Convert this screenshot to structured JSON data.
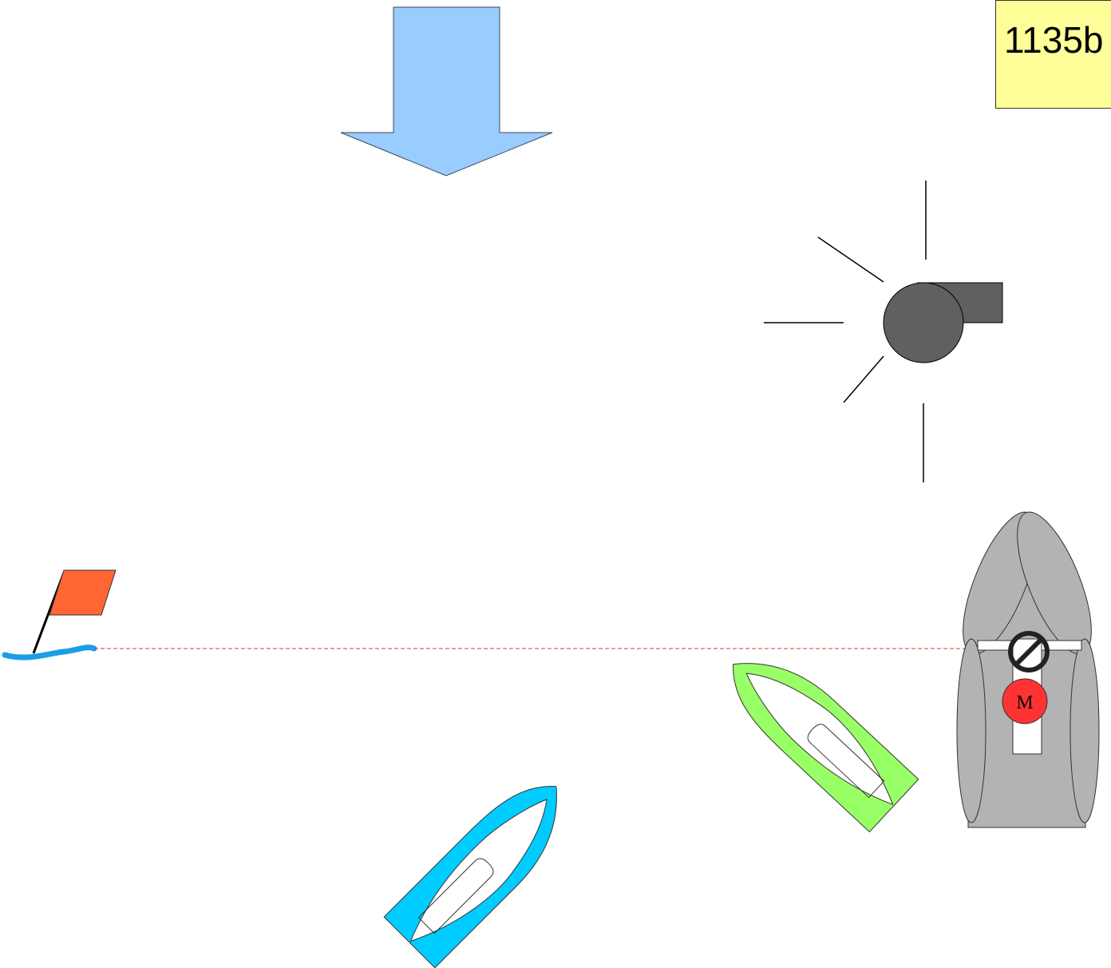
{
  "scenario_label": "1135b",
  "mark_letter": "M",
  "colors": {
    "wind_arrow": "#99ccff",
    "flag": "#ff6633",
    "water": "#1a9ee8",
    "start_line": "#e03030",
    "whistle": "#606060",
    "committee_boat": "#b3b3b3",
    "green_boat": "#99ff66",
    "blue_boat": "#00ccff",
    "mark_circle": "#ff3333",
    "label_box": "#ffff99"
  },
  "icons": {
    "wind": "wind-direction-arrow",
    "sound": "whistle-icon",
    "pin": "pin-end-flag",
    "prohibition": "no-entry-sign"
  }
}
